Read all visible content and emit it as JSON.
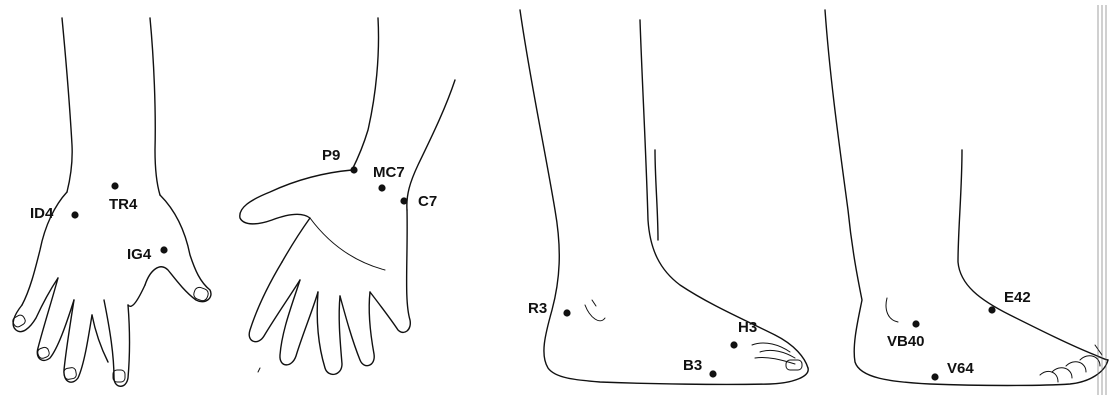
{
  "points": {
    "id4": "ID4",
    "tr4": "TR4",
    "ig4": "IG4",
    "p9": "P9",
    "mc7": "MC7",
    "c7": "C7",
    "r3": "R3",
    "h3": "H3",
    "b3": "B3",
    "e42": "E42",
    "vb40": "VB40",
    "v64": "V64"
  },
  "colors": {
    "ink": "#111111",
    "paper": "#ffffff"
  }
}
